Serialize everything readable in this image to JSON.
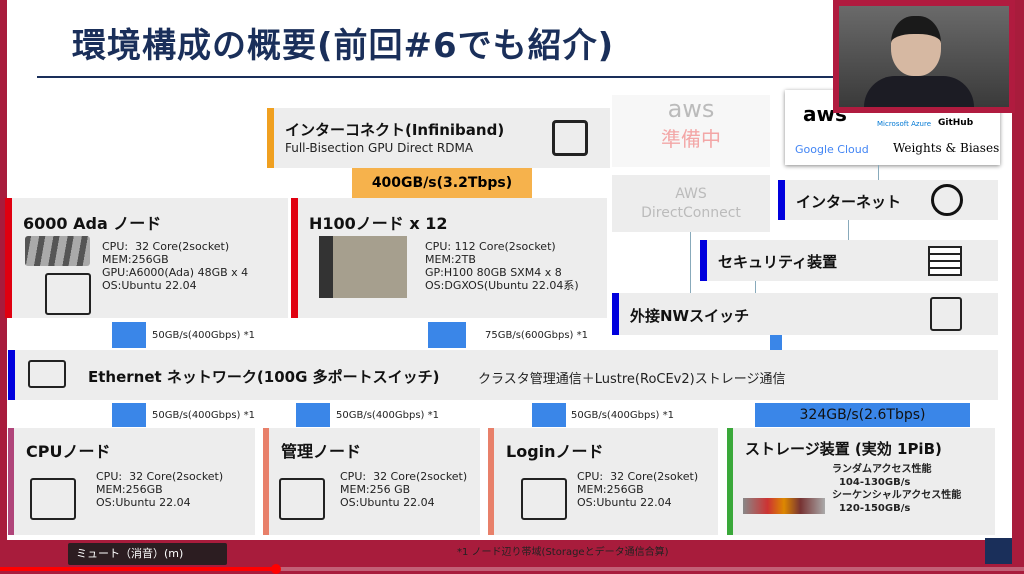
{
  "title": "環境構成の概要(前回#6でも紹介)",
  "interconnect": {
    "title": "インターコネクト(Infiniband)",
    "subtitle": "Full-Bisection GPU Direct RDMA",
    "bandwidth": "400GB/s(3.2Tbps)"
  },
  "aws": {
    "logo": "aws",
    "status": "準備中",
    "direct_connect": "AWS\nDirectConnect"
  },
  "cloud": {
    "aws": "aws",
    "azure": "Microsoft Azure",
    "github": "GitHub",
    "google": "Google Cloud",
    "wandb": "Weights & Biases"
  },
  "internet": "インターネット",
  "security": "セキュリティ装置",
  "external_switch": "外接NWスイッチ",
  "ada_node": {
    "title": "6000 Ada ノード",
    "specs": "CPU:  32 Core(2socket)\nMEM:256GB\nGPU:A6000(Ada) 48GB x 4\nOS:Ubuntu 22.04",
    "bandwidth": "50GB/s(400Gbps) *1"
  },
  "h100_node": {
    "title": "H100ノード x 12",
    "specs": "CPU: 112 Core(2socket)\nMEM:2TB\nGP:H100 80GB SXM4 x 8\nOS:DGXOS(Ubuntu 22.04系)",
    "bandwidth": "75GB/s(600Gbps) *1"
  },
  "ethernet": {
    "title": "Ethernet ネットワーク(100G 多ポートスイッチ)",
    "desc": "クラスタ管理通信＋Lustre(RoCEv2)ストレージ通信"
  },
  "cpu_node": {
    "title": "CPUノード",
    "specs": "CPU:  32 Core(2socket)\nMEM:256GB\nOS:Ubuntu 22.04",
    "bandwidth": "50GB/s(400Gbps) *1"
  },
  "mgmt_node": {
    "title": "管理ノード",
    "specs": "CPU:  32 Core(2socket)\nMEM:256 GB\nOS:Ubuntu 22.04",
    "bandwidth": "50GB/s(400Gbps) *1"
  },
  "login_node": {
    "title": "Loginノード",
    "specs": "CPU:  32 Core(2soket)\nMEM:256GB\nOS:Ubuntu 22.04",
    "bandwidth": "50GB/s(400Gbps) *1"
  },
  "storage": {
    "title": "ストレージ装置 (実効 1PiB)",
    "specs": "ランダムアクセス性能\n  104-130GB/s\nシーケンシャルアクセス性能\n  120-150GB/s",
    "bandwidth": "324GB/s(2.6Tbps)"
  },
  "footnote": "*1 ノード辺り帯域(Storageとデータ通信合算)",
  "player": {
    "tooltip": "ミュート（消音）(m)",
    "progress": 0.27
  }
}
